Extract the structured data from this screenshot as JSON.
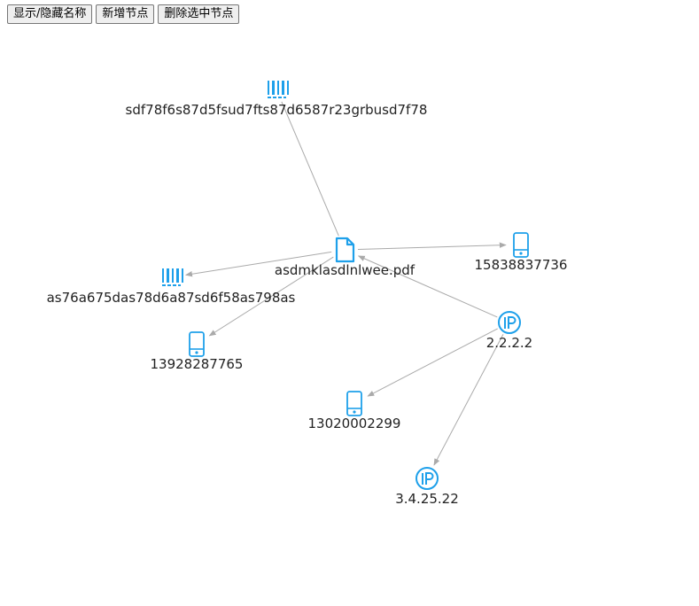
{
  "toolbar": {
    "toggle_names_label": "显示/隐藏名称",
    "add_node_label": "新增节点",
    "delete_node_label": "删除选中节点"
  },
  "colors": {
    "icon": "#1ea0ea",
    "edge": "#aaaaaa",
    "label": "#222222"
  },
  "graph": {
    "nodes": [
      {
        "id": "pdf",
        "type": "file-icon",
        "label": "asdmklasdlnlwee.pdf"
      },
      {
        "id": "bar1",
        "type": "barcode-icon",
        "label": "sdf78f6s87d5fsud7fts87d6587r23grbusd7f78"
      },
      {
        "id": "bar2",
        "type": "barcode-icon",
        "label": "as76a675das78d6a87sd6f58as798as"
      },
      {
        "id": "ph1",
        "type": "phone-icon",
        "label": "15838837736"
      },
      {
        "id": "ph2",
        "type": "phone-icon",
        "label": "13928287765"
      },
      {
        "id": "ip1",
        "type": "ip-icon",
        "label": "2.2.2.2"
      },
      {
        "id": "ph3",
        "type": "phone-icon",
        "label": "13020002299"
      },
      {
        "id": "ip2",
        "type": "ip-icon",
        "label": "3.4.25.22"
      }
    ],
    "edges": [
      {
        "source": "bar1",
        "target": "pdf",
        "arrow": false
      },
      {
        "source": "pdf",
        "target": "ph1",
        "arrow": true
      },
      {
        "source": "pdf",
        "target": "bar2",
        "arrow": true
      },
      {
        "source": "pdf",
        "target": "ph2",
        "arrow": true
      },
      {
        "source": "ip1",
        "target": "pdf",
        "arrow": true
      },
      {
        "source": "ip1",
        "target": "ph3",
        "arrow": true
      },
      {
        "source": "ip1",
        "target": "ip2",
        "arrow": true
      }
    ]
  }
}
